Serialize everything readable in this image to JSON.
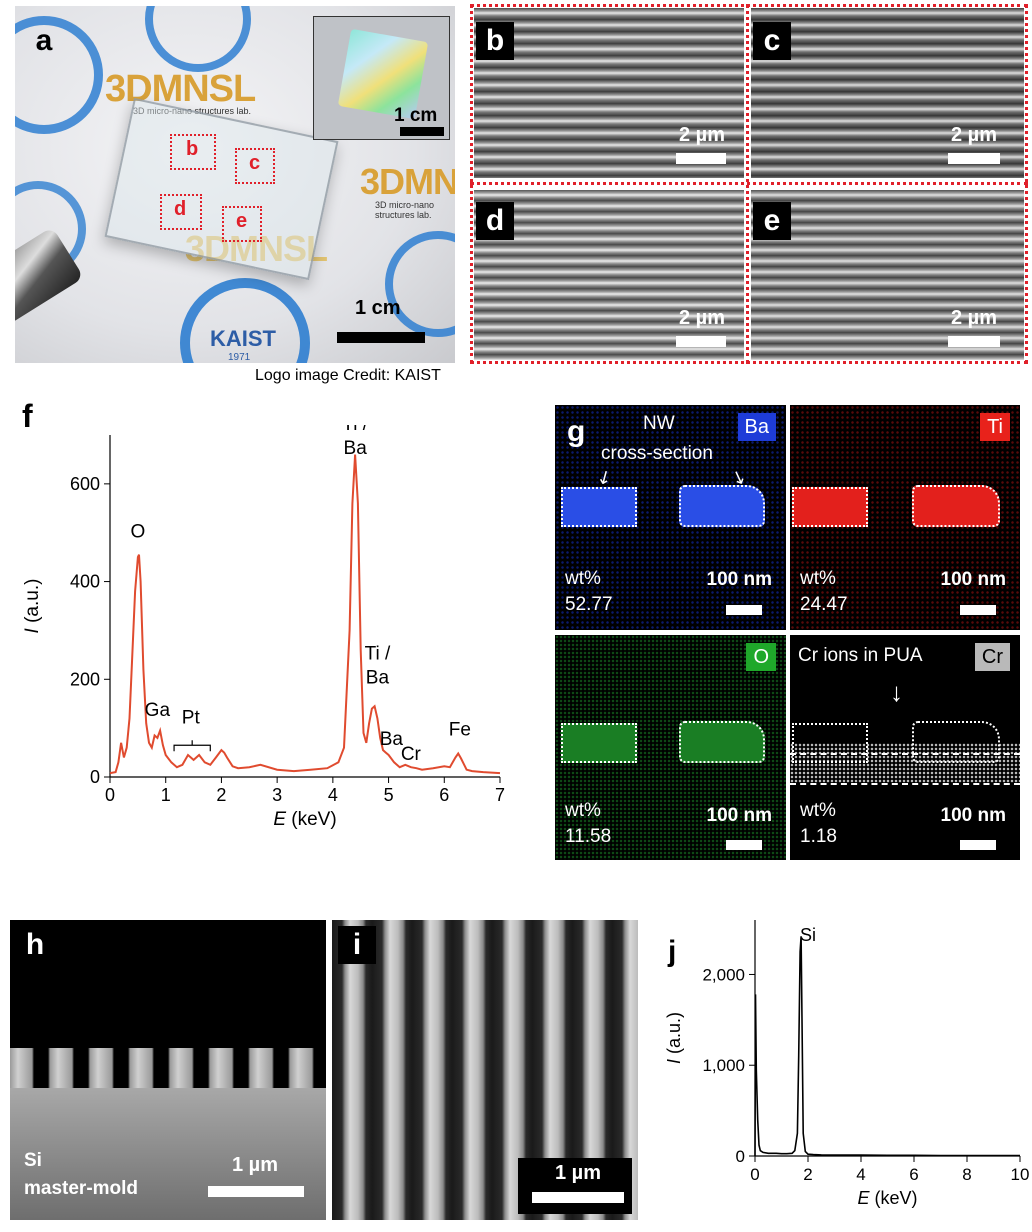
{
  "panels": {
    "a": {
      "letter": "a",
      "scale": "1 cm",
      "inset_scale": "1 cm",
      "credit": "Logo image Credit: KAIST",
      "roi_labels": [
        "b",
        "c",
        "d",
        "e"
      ],
      "logo_text": "3DMNSL",
      "logo_sub": "3D micro-nano structures lab.",
      "seal_text": "KAIST",
      "seal_year": "1971"
    },
    "b": {
      "letter": "b",
      "scale": "2 µm"
    },
    "c": {
      "letter": "c",
      "scale": "2 µm"
    },
    "d": {
      "letter": "d",
      "scale": "2 µm"
    },
    "e": {
      "letter": "e",
      "scale": "2 µm"
    },
    "f": {
      "letter": "f"
    },
    "g": {
      "letter": "g",
      "annot_nw": "NW",
      "annot_cross": "cross-section",
      "annot_cr": "Cr ions in PUA",
      "maps": [
        {
          "element": "Ba",
          "wt_label": "wt%",
          "wt_value": "52.77",
          "scale": "100 nm",
          "color": "#1e3cd8"
        },
        {
          "element": "Ti",
          "wt_label": "wt%",
          "wt_value": "24.47",
          "scale": "100 nm",
          "color": "#e8221b"
        },
        {
          "element": "O",
          "wt_label": "wt%",
          "wt_value": "11.58",
          "scale": "100 nm",
          "color": "#1fa82a"
        },
        {
          "element": "Cr",
          "wt_label": "wt%",
          "wt_value": "1.18",
          "scale": "100 nm",
          "color": "#b9b9b9"
        }
      ]
    },
    "h": {
      "letter": "h",
      "caption_line1": "Si",
      "caption_line2": "master-mold",
      "scale": "1 µm"
    },
    "i": {
      "letter": "i",
      "scale": "1 µm"
    },
    "j": {
      "letter": "j"
    }
  },
  "chart_data": [
    {
      "id": "f",
      "type": "line",
      "xlabel_var": "E",
      "xlabel_unit": " (keV)",
      "ylabel_var": "I",
      "ylabel_unit": " (a.u.)",
      "xlim": [
        0,
        7
      ],
      "ylim": [
        0,
        700
      ],
      "xticks": [
        0,
        1,
        2,
        3,
        4,
        5,
        6,
        7
      ],
      "yticks": [
        0,
        200,
        400,
        600
      ],
      "color": "#e04b2f",
      "x": [
        0.0,
        0.1,
        0.15,
        0.2,
        0.25,
        0.3,
        0.35,
        0.4,
        0.45,
        0.5,
        0.52,
        0.55,
        0.6,
        0.65,
        0.7,
        0.75,
        0.8,
        0.85,
        0.9,
        0.95,
        1.0,
        1.1,
        1.2,
        1.3,
        1.4,
        1.5,
        1.6,
        1.7,
        1.8,
        1.9,
        2.0,
        2.05,
        2.1,
        2.2,
        2.3,
        2.5,
        2.7,
        3.0,
        3.3,
        3.6,
        3.9,
        4.1,
        4.2,
        4.3,
        4.35,
        4.4,
        4.45,
        4.5,
        4.55,
        4.6,
        4.65,
        4.7,
        4.75,
        4.8,
        4.85,
        4.9,
        4.95,
        5.0,
        5.1,
        5.2,
        5.3,
        5.4,
        5.5,
        5.6,
        5.8,
        6.0,
        6.1,
        6.2,
        6.25,
        6.3,
        6.4,
        6.5,
        6.7,
        7.0
      ],
      "y": [
        8,
        10,
        30,
        70,
        40,
        60,
        120,
        250,
        380,
        450,
        455,
        400,
        220,
        110,
        70,
        60,
        85,
        80,
        95,
        65,
        45,
        30,
        20,
        25,
        45,
        35,
        45,
        30,
        25,
        40,
        55,
        50,
        40,
        22,
        18,
        20,
        25,
        15,
        12,
        15,
        18,
        30,
        60,
        300,
        560,
        660,
        560,
        260,
        90,
        70,
        110,
        140,
        145,
        120,
        80,
        55,
        50,
        45,
        30,
        20,
        25,
        20,
        18,
        15,
        18,
        22,
        20,
        40,
        48,
        38,
        15,
        12,
        10,
        8
      ],
      "annotations": [
        {
          "label": "O",
          "x": 0.5,
          "y": 490
        },
        {
          "label": "Ga",
          "x": 0.85,
          "y": 125
        },
        {
          "label": "Pt",
          "x": 1.45,
          "y": 110,
          "x_from": 1.15,
          "x_to": 1.8,
          "y_bracket": 65
        },
        {
          "label": "Ti /",
          "label2": "Ba",
          "x": 4.4,
          "y": 710
        },
        {
          "label": "Ti /",
          "label2": "Ba",
          "x": 4.8,
          "y": 240
        },
        {
          "label": "Ba",
          "x": 5.05,
          "y": 65
        },
        {
          "label": "Cr",
          "x": 5.4,
          "y": 35
        },
        {
          "label": "Fe",
          "x": 6.28,
          "y": 85
        }
      ]
    },
    {
      "id": "j",
      "type": "line",
      "xlabel_var": "E",
      "xlabel_unit": " (keV)",
      "ylabel_var": "I",
      "ylabel_unit": " (a.u.)",
      "xlim": [
        0,
        10
      ],
      "ylim": [
        0,
        2600
      ],
      "xticks": [
        0,
        2,
        4,
        6,
        8,
        10
      ],
      "yticks": [
        0,
        1000,
        2000
      ],
      "ytick_labels": [
        "0",
        "1,000",
        "2,000"
      ],
      "color": "#000000",
      "x": [
        0.0,
        0.02,
        0.05,
        0.1,
        0.15,
        0.2,
        0.3,
        0.5,
        0.8,
        1.0,
        1.2,
        1.4,
        1.5,
        1.6,
        1.65,
        1.7,
        1.74,
        1.78,
        1.82,
        1.9,
        2.0,
        2.2,
        2.5,
        3.0,
        4.0,
        5.0,
        6.0,
        7.0,
        8.0,
        9.0,
        10.0
      ],
      "y": [
        0,
        1780,
        950,
        400,
        120,
        60,
        40,
        30,
        30,
        25,
        25,
        30,
        60,
        250,
        1100,
        2250,
        2420,
        1300,
        250,
        50,
        20,
        15,
        12,
        10,
        10,
        8,
        8,
        6,
        6,
        5,
        5
      ],
      "annotations": [
        {
          "label": "Si",
          "x": 2.0,
          "y": 2370
        }
      ]
    }
  ]
}
